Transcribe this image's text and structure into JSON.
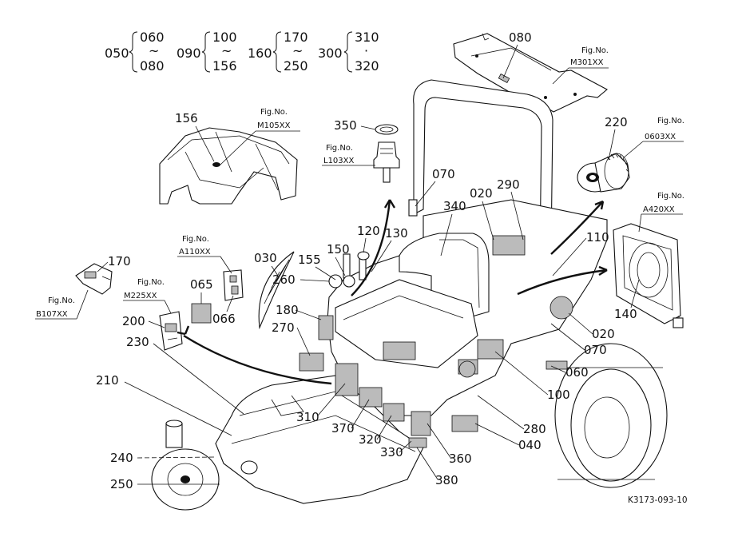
{
  "header": {
    "groups": [
      {
        "prefix": "050",
        "top": "060",
        "tilde": "~",
        "bottom": "080"
      },
      {
        "prefix": "090",
        "top": "100",
        "tilde": "~",
        "bottom": "156"
      },
      {
        "prefix": "160",
        "top": "170",
        "tilde": "~",
        "bottom": "250"
      },
      {
        "prefix": "300",
        "top": "310",
        "tilde": "·",
        "bottom": "320"
      }
    ]
  },
  "callouts": {
    "c080": "080",
    "c156": "156",
    "c350": "350",
    "c220": "220",
    "c070a": "070",
    "c020a": "020",
    "c290": "290",
    "c340": "340",
    "c120": "120",
    "c130": "130",
    "c150": "150",
    "c155": "155",
    "c030": "030",
    "c260": "260",
    "c180": "180",
    "c270": "270",
    "c110": "110",
    "c140": "140",
    "c020b": "020",
    "c070b": "070",
    "c170": "170",
    "c065": "065",
    "c066": "066",
    "c200": "200",
    "c230": "230",
    "c210": "210",
    "c060": "060",
    "c100": "100",
    "c310": "310",
    "c370": "370",
    "c320": "320",
    "c330": "330",
    "c280": "280",
    "c040": "040",
    "c360": "360",
    "c380": "380",
    "c240": "240",
    "c250": "250"
  },
  "figrefs": {
    "m301": {
      "label": "Fig.No.",
      "code": "M301XX"
    },
    "m105": {
      "label": "Fig.No.",
      "code": "M105XX"
    },
    "l103": {
      "label": "Fig.No.",
      "code": "L103XX"
    },
    "f0603": {
      "label": "Fig.No.",
      "code": "0603XX"
    },
    "a420": {
      "label": "Fig.No.",
      "code": "A420XX"
    },
    "a110": {
      "label": "Fig.No.",
      "code": "A110XX"
    },
    "m225": {
      "label": "Fig.No.",
      "code": "M225XX"
    },
    "b107": {
      "label": "Fig.No.",
      "code": "B107XX"
    }
  },
  "footer": {
    "code": "K3173-093-10"
  }
}
